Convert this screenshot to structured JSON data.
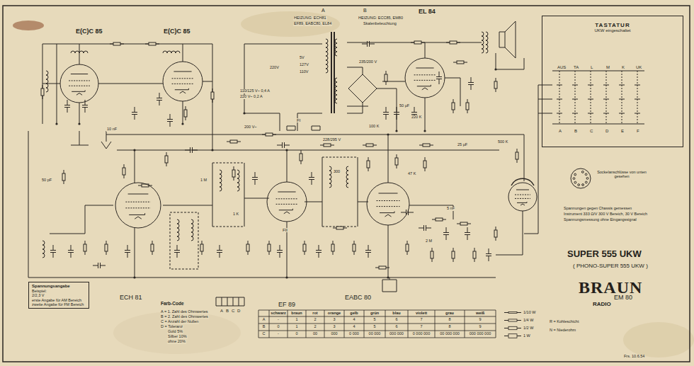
{
  "diagram": {
    "nodes": [
      {
        "text": [
          "TASTATUR",
          "UKW eingeschaltet"
        ]
      },
      {
        "text": [
          "Spannungsangabe",
          "Beispiel:",
          "2/2,3 V",
          "erste Angabe für AM Bereich",
          "zweite Angabe für FM Bereich"
        ]
      }
    ],
    "labels": [
      "E(C)C 85",
      "E(C)C 85",
      "HEIZUNG: ECH81",
      "EF89, EABC80, EL84",
      "A",
      "B",
      "HEIZUNG: ECC85, EM80",
      "Skalenbeleuchtung",
      "EL 84",
      "220V",
      "127V",
      "110V",
      "5V",
      "110/125 V~ 0,4 A",
      "220 V~ 0,2 A",
      "235/200 V",
      "228/295 V",
      "200 V~",
      "FI",
      "FII",
      "100 K",
      "1 M",
      "50 pF",
      "300",
      "47 K",
      "5 nF",
      "2 M",
      "220 K",
      "25 µF",
      "50 µF",
      "10 nF",
      "500 K",
      "1 K",
      "AUS",
      "TA",
      "L",
      "M",
      "K",
      "UK",
      "A",
      "B",
      "C",
      "D",
      "E",
      "F",
      "Sockelanschlüsse von unten gesehen",
      "Spannungen gegen Chassis gemessen",
      "Instrument 333 Ω/V 300 V Bereich, 30 V Bereich",
      "Spannungsmessung ohne Eingangssignal",
      "SUPER 555 UKW",
      "( PHONO-SUPER 555 UKW )",
      "BRAUN",
      "RADIO",
      "ECH 81",
      "EF 89",
      "EABC 80",
      "EM 80",
      "Farb-Code",
      "A = 1. Zahl des Ohmwertes",
      "B = 2. Zahl des Ohmwertes",
      "C = Anzahl der Nullen",
      "D = Toleranz",
      "Gold 5%",
      "Silber 10%",
      "ohne 20%",
      "A",
      "B",
      "C",
      "D",
      "R = Kohleschicht",
      "N = Niederohm",
      "Frs. 10.6.54",
      "schwarz",
      "braun",
      "rot",
      "orange",
      "gelb",
      "grün",
      "blau",
      "violett",
      "grau",
      "weiß",
      "A",
      "-",
      "1",
      "2",
      "3",
      "4",
      "5",
      "6",
      "7",
      "8",
      "9",
      "B",
      "0",
      "1",
      "2",
      "3",
      "4",
      "5",
      "6",
      "7",
      "8",
      "9",
      "C",
      "-",
      "0",
      "00",
      "000",
      "0 000",
      "00 000",
      "000 000",
      "0 000 000",
      "00 000 000",
      "000 000 000"
    ],
    "legend": [
      {
        "text": "1/10 W"
      },
      {
        "text": "1/4 W"
      },
      {
        "text": "1/2 W"
      },
      {
        "text": "1 W"
      }
    ]
  }
}
